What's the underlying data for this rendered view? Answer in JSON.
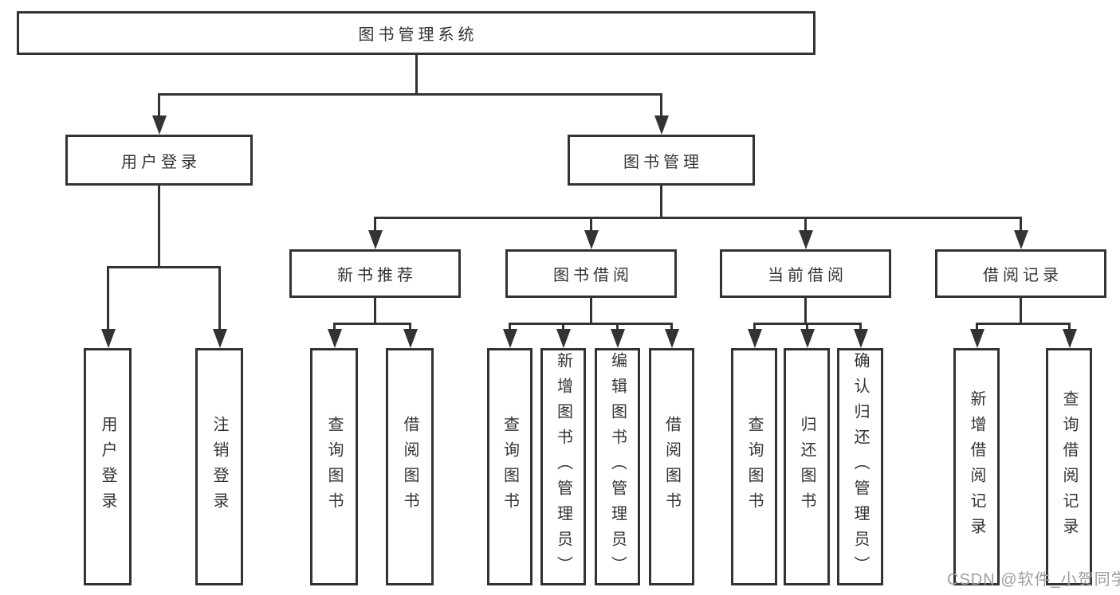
{
  "title": "图书管理系统",
  "watermark": "CSDN @软件_小贺同学",
  "colors": {
    "line": "#333333",
    "text": "#333333",
    "watermark": "#9e9e9e",
    "background": "#ffffff"
  },
  "nodes": {
    "root": "图书管理系统",
    "user_login": "用户登录",
    "book_mgmt": "图书管理",
    "new_book_rec": "新书推荐",
    "book_borrow": "图书借阅",
    "current_borrow": "当前借阅",
    "borrow_record": "借阅记录",
    "user_login_leaf": "用户登录",
    "logout_leaf": "注销登录",
    "rec_query_book": "查询图书",
    "rec_borrow_book": "借阅图书",
    "bor_query_book": "查询图书",
    "bor_add_book": "新增图书（管理员）",
    "bor_edit_book": "编辑图书（管理员）",
    "bor_borrow_book": "借阅图书",
    "cur_query_book": "查询图书",
    "cur_return_book": "归还图书",
    "cur_confirm_return": "确认归还（管理员）",
    "rec2_add_record": "新增借阅记录",
    "rec2_query_record": "查询借阅记录"
  }
}
